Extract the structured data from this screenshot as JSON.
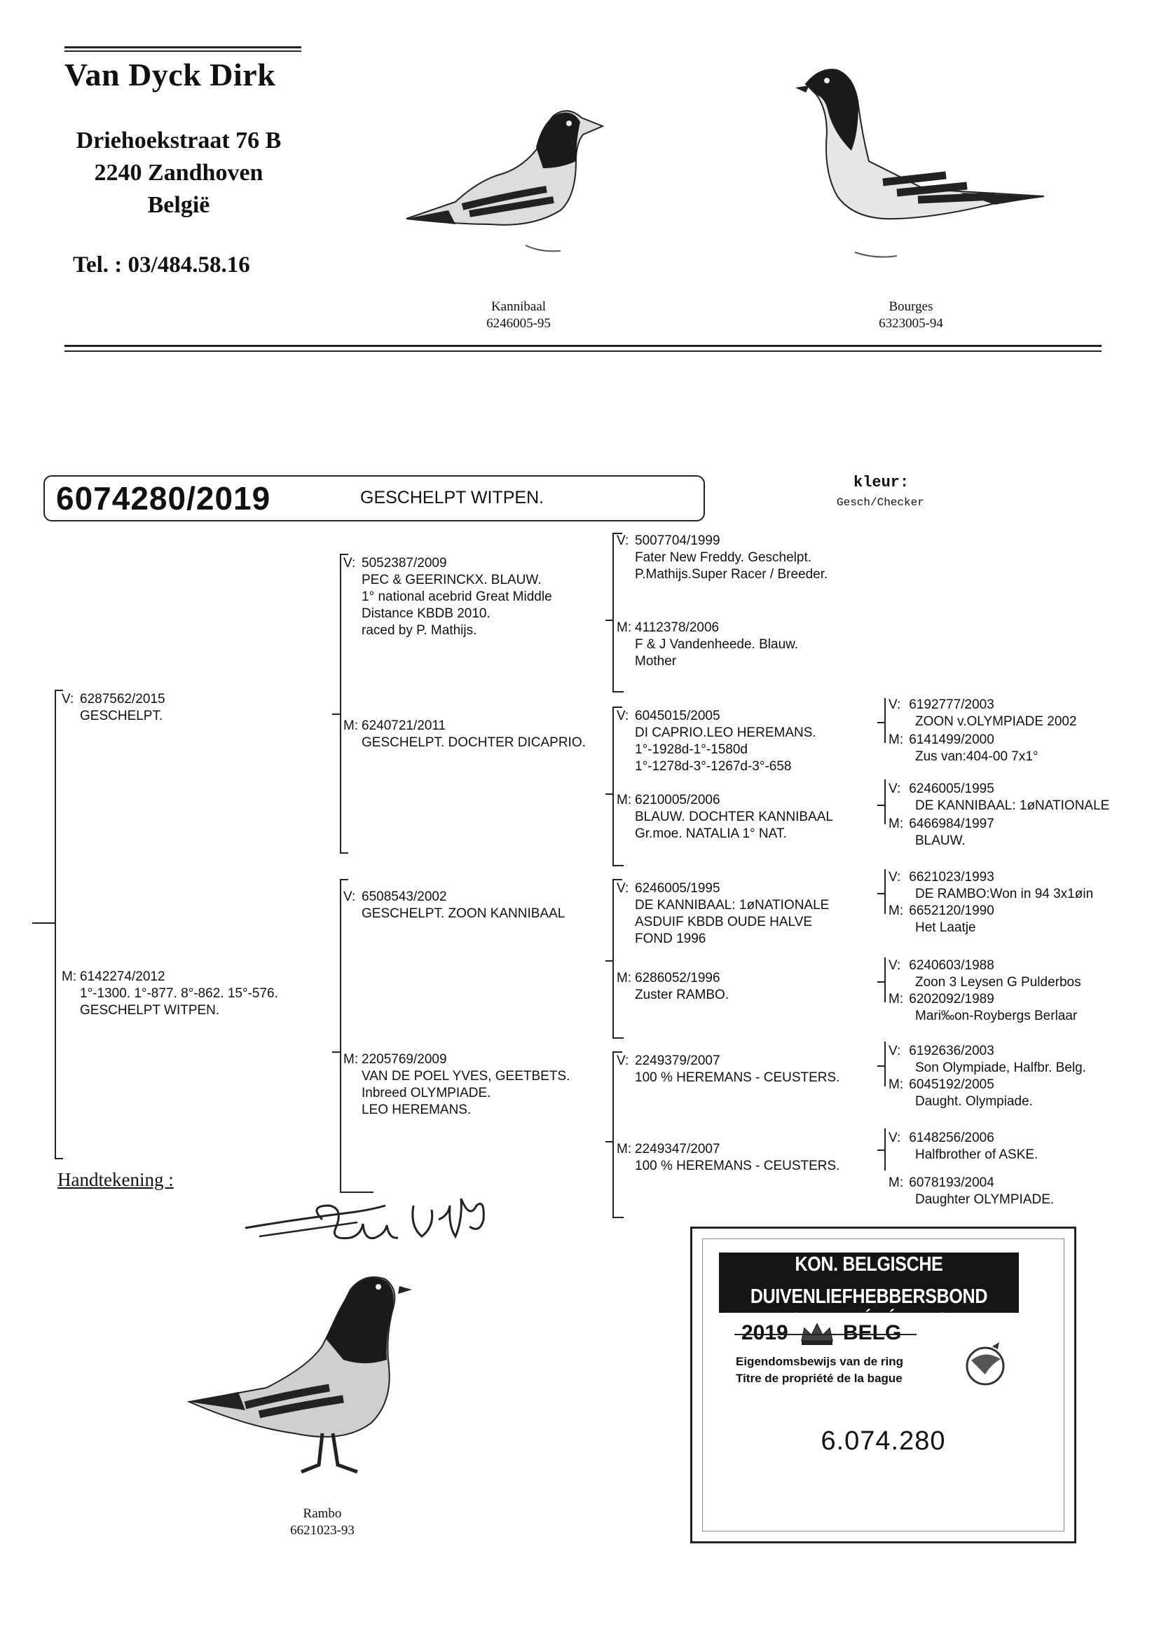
{
  "header": {
    "name": "Van Dyck Dirk",
    "street": "Driehoekstraat 76 B",
    "city": "2240 Zandhoven",
    "country": "België",
    "tel": "Tel. : 03/484.58.16"
  },
  "photos": {
    "left": {
      "name": "Kannibaal",
      "ring": "6246005-95"
    },
    "right": {
      "name": "Bourges",
      "ring": "6323005-94"
    },
    "bottom": {
      "name": "Rambo",
      "ring": "6621023-93"
    }
  },
  "pigeon": {
    "ring": "6074280/2019",
    "color": "GESCHELPT WITPEN.",
    "kleur_label": "kleur:",
    "kleur_value": "Gesch/Checker"
  },
  "gen1": {
    "sire": {
      "prefix": "V:",
      "lines": [
        "6287562/2015",
        "GESCHELPT."
      ]
    },
    "dam": {
      "prefix": "M:",
      "lines": [
        "6142274/2012",
        "1°-1300. 1°-877. 8°-862. 15°-576.",
        "GESCHELPT WITPEN."
      ]
    }
  },
  "gen2": {
    "ss": {
      "prefix": "V:",
      "lines": [
        "5052387/2009",
        "PEC & GEERINCKX. BLAUW.",
        "1° national acebrid Great Middle",
        "Distance KBDB 2010.",
        "raced by P. Mathijs."
      ]
    },
    "sd": {
      "prefix": "M:",
      "lines": [
        "6240721/2011",
        "GESCHELPT. DOCHTER DICAPRIO."
      ]
    },
    "ds": {
      "prefix": "V:",
      "lines": [
        "6508543/2002",
        "GESCHELPT. ZOON KANNIBAAL"
      ]
    },
    "dd": {
      "prefix": "M:",
      "lines": [
        "2205769/2009",
        "VAN DE POEL YVES, GEETBETS.",
        "Inbreed OLYMPIADE.",
        "LEO HEREMANS."
      ]
    }
  },
  "gen3": {
    "a": {
      "prefix": "V:",
      "lines": [
        "5007704/1999",
        "Fater New Freddy. Geschelpt.",
        "P.Mathijs.Super Racer / Breeder."
      ]
    },
    "b": {
      "prefix": "M:",
      "lines": [
        "4112378/2006",
        "F & J Vandenheede. Blauw.",
        "Mother"
      ]
    },
    "c": {
      "prefix": "V:",
      "lines": [
        "6045015/2005",
        "DI CAPRIO.LEO HEREMANS.",
        "1°-1928d-1°-1580d",
        "1°-1278d-3°-1267d-3°-658"
      ]
    },
    "d": {
      "prefix": "M:",
      "lines": [
        "6210005/2006",
        "BLAUW. DOCHTER KANNIBAAL",
        "Gr.moe. NATALIA 1° NAT."
      ]
    },
    "e": {
      "prefix": "V:",
      "lines": [
        "6246005/1995",
        "DE KANNIBAAL: 1øNATIONALE",
        "ASDUIF KBDB OUDE HALVE",
        "FOND 1996"
      ]
    },
    "f": {
      "prefix": "M:",
      "lines": [
        "6286052/1996",
        "Zuster RAMBO."
      ]
    },
    "g": {
      "prefix": "V:",
      "lines": [
        "2249379/2007",
        "100 % HEREMANS - CEUSTERS."
      ]
    },
    "h": {
      "prefix": "M:",
      "lines": [
        "2249347/2007",
        "100 % HEREMANS - CEUSTERS."
      ]
    }
  },
  "gen4": {
    "a": {
      "prefix": "V:",
      "lines": [
        "6192777/2003",
        "ZOON v.OLYMPIADE 2002"
      ]
    },
    "b": {
      "prefix": "M:",
      "lines": [
        "6141499/2000",
        "Zus van:404-00 7x1°"
      ]
    },
    "c": {
      "prefix": "V:",
      "lines": [
        "6246005/1995",
        "DE KANNIBAAL: 1øNATIONALE"
      ]
    },
    "d": {
      "prefix": "M:",
      "lines": [
        "6466984/1997",
        "BLAUW."
      ]
    },
    "e": {
      "prefix": "V:",
      "lines": [
        "6621023/1993",
        "DE RAMBO:Won in 94 3x1øin"
      ]
    },
    "f": {
      "prefix": "M:",
      "lines": [
        "6652120/1990",
        "Het Laatje"
      ]
    },
    "g": {
      "prefix": "V:",
      "lines": [
        "6240603/1988",
        "Zoon 3 Leysen G Pulderbos"
      ]
    },
    "h": {
      "prefix": "M:",
      "lines": [
        "6202092/1989",
        "Mari‰on-Roybergs Berlaar"
      ]
    },
    "i": {
      "prefix": "V:",
      "lines": [
        "6192636/2003",
        "Son Olympiade, Halfbr. Belg."
      ]
    },
    "j": {
      "prefix": "M:",
      "lines": [
        "6045192/2005",
        "Daught. Olympiade."
      ]
    },
    "k": {
      "prefix": "V:",
      "lines": [
        "6148256/2006",
        "Halfbrother of ASKE."
      ]
    },
    "l": {
      "prefix": "M:",
      "lines": [
        "6078193/2004",
        "Daughter OLYMPIADE."
      ]
    }
  },
  "signature_label": "Handtekening :",
  "certificate": {
    "line1": "KON. BELGISCHE DUIVENLIEFHEBBERSBOND",
    "line2": "ROYALE FÉDÉRATION COLOMBOPHILE BELGE",
    "year": "2019",
    "country": "BELG",
    "text1": "Eigendomsbewijs van de ring",
    "text2": "Titre de propriété de la bague",
    "number": "6.074.280"
  }
}
